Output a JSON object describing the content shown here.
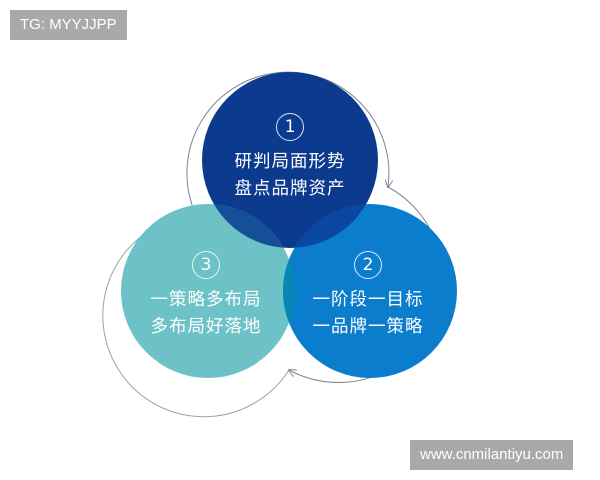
{
  "watermarks": {
    "top": "TG: MYYJJPP",
    "bottom": "www.cnmilantiyu.com"
  },
  "diagram": {
    "type": "three-circle-cycle",
    "colors": {
      "circle_1": "#0c3a8e",
      "circle_2": "#0a7dcc",
      "circle_3": "#6cc2c6",
      "overlap_1_3": "#1a5e9c",
      "overlap_1_2": "#0a4ea6",
      "overlap_2_3": "#0a8aaa",
      "arc_stroke": "#7a8494"
    },
    "circles": [
      {
        "number": "1",
        "lines": [
          "研判局面形势",
          "盘点品牌资产"
        ]
      },
      {
        "number": "2",
        "lines": [
          "一阶段一目标",
          "一品牌一策略"
        ]
      },
      {
        "number": "3",
        "lines": [
          "一策略多布局",
          "多布局好落地"
        ]
      }
    ]
  }
}
